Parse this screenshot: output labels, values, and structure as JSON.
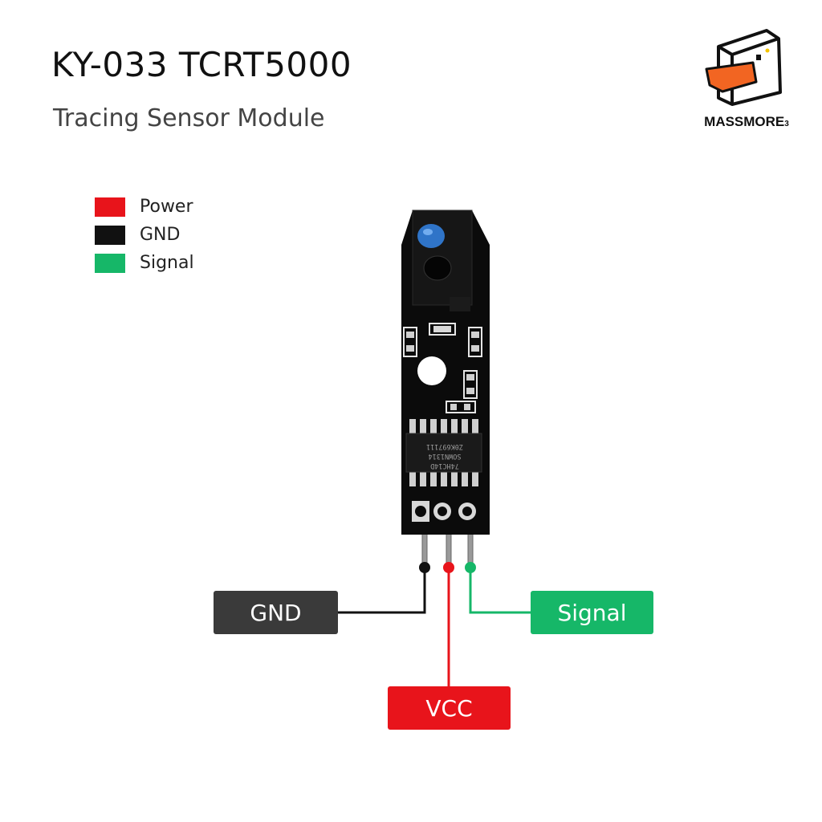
{
  "header": {
    "title": "KY-033 TCRT5000",
    "subtitle": "Tracing Sensor Module"
  },
  "brand": {
    "name": "MASSMORE",
    "mark": "3",
    "accent": "#f26522"
  },
  "legend": [
    {
      "label": "Power",
      "color": "#e8141b"
    },
    {
      "label": "GND",
      "color": "#111111"
    },
    {
      "label": "Signal",
      "color": "#16b768"
    }
  ],
  "pins": {
    "gnd": {
      "label": "GND",
      "color": "#3a3a3a",
      "wire": "#111111"
    },
    "vcc": {
      "label": "VCC",
      "color": "#e8141b",
      "wire": "#e8141b"
    },
    "signal": {
      "label": "Signal",
      "color": "#16b768",
      "wire": "#16b768"
    }
  },
  "board": {
    "chip_text": [
      "74HC14D",
      "SOWN1314",
      "Z0K697111"
    ],
    "pcb_color": "#0b0b0b",
    "silk_color": "#e6e6e6"
  }
}
